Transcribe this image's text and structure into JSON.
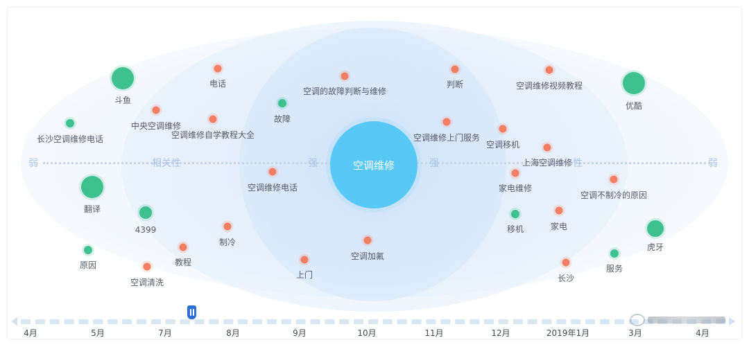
{
  "axis": {
    "weak_left": "弱",
    "relevance_label": "相关性",
    "strong_left": "强",
    "strong_right": "强",
    "relevance_label_right": "性",
    "weak_right": "弱"
  },
  "center": {
    "label": "空调维修"
  },
  "words": [
    {
      "id": "dianhua",
      "label": "电话",
      "type": "orange"
    },
    {
      "id": "douyu",
      "label": "斗鱼",
      "type": "green"
    },
    {
      "id": "zhongyang",
      "label": "中央空调维修",
      "type": "orange"
    },
    {
      "id": "changsha-dh",
      "label": "长沙空调维修电话",
      "type": "green"
    },
    {
      "id": "zixue",
      "label": "空调维修自学教程大全",
      "type": "orange"
    },
    {
      "id": "guzhangpd",
      "label": "空调的故障判断与维修",
      "type": "orange"
    },
    {
      "id": "guzhang",
      "label": "故障",
      "type": "green"
    },
    {
      "id": "panduan",
      "label": "判断",
      "type": "orange"
    },
    {
      "id": "shipin",
      "label": "空调维修视频教程",
      "type": "orange"
    },
    {
      "id": "youku",
      "label": "优酷",
      "type": "green"
    },
    {
      "id": "shangmen-fw",
      "label": "空调维修上门服务",
      "type": "orange"
    },
    {
      "id": "yiji",
      "label": "空调移机",
      "type": "orange"
    },
    {
      "id": "shanghai",
      "label": "上海空调维修",
      "type": "orange"
    },
    {
      "id": "wxdh",
      "label": "空调维修电话",
      "type": "orange"
    },
    {
      "id": "jiadianwx",
      "label": "家电维修",
      "type": "orange"
    },
    {
      "id": "buzhileng",
      "label": "空调不制冷的原因",
      "type": "orange"
    },
    {
      "id": "fanyi",
      "label": "翻译",
      "type": "green"
    },
    {
      "id": "4399",
      "label": "4399",
      "type": "green"
    },
    {
      "id": "zhileng",
      "label": "制冷",
      "type": "orange"
    },
    {
      "id": "yidong",
      "label": "移机",
      "type": "green"
    },
    {
      "id": "jiadian",
      "label": "家电",
      "type": "orange"
    },
    {
      "id": "huya",
      "label": "虎牙",
      "type": "green"
    },
    {
      "id": "yuanyin",
      "label": "原因",
      "type": "green"
    },
    {
      "id": "jiaocheng",
      "label": "教程",
      "type": "orange"
    },
    {
      "id": "jiafu",
      "label": "空调加氟",
      "type": "orange"
    },
    {
      "id": "qingxi",
      "label": "空调清洗",
      "type": "orange"
    },
    {
      "id": "shangmen",
      "label": "上门",
      "type": "orange"
    },
    {
      "id": "changsha",
      "label": "长沙",
      "type": "orange"
    },
    {
      "id": "fuwu",
      "label": "服务",
      "type": "green"
    }
  ],
  "timeline": {
    "months": [
      "4月",
      "5月",
      "7月",
      "8月",
      "9月",
      "10月",
      "11月",
      "12月",
      "2019年1月",
      "3月",
      "4月"
    ],
    "selected_month_fraction": 0.25
  },
  "colors": {
    "center": "#58c8f7",
    "orange": "#f27f64",
    "green": "#3fc08f",
    "axis_text": "#a9c4e6",
    "handle": "#2c6fd4"
  }
}
